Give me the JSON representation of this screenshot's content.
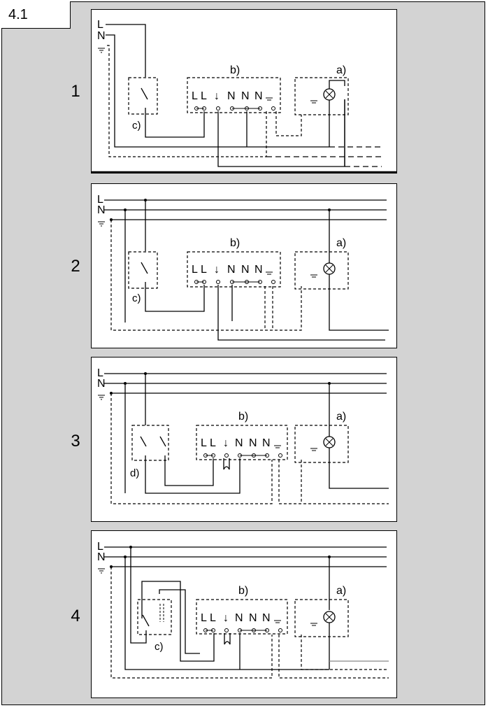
{
  "figure_tag": "4.1",
  "panels": [
    {
      "number": "1",
      "switch_label": "c)"
    },
    {
      "number": "2",
      "switch_label": "c)"
    },
    {
      "number": "3",
      "switch_label": "d)"
    },
    {
      "number": "4",
      "switch_label": "c)"
    }
  ],
  "labels": {
    "line": "L",
    "neutral": "N",
    "module": "b)",
    "lamp": "a)",
    "terminals": [
      "L",
      "L",
      "↓",
      "N",
      "N",
      "N"
    ]
  }
}
